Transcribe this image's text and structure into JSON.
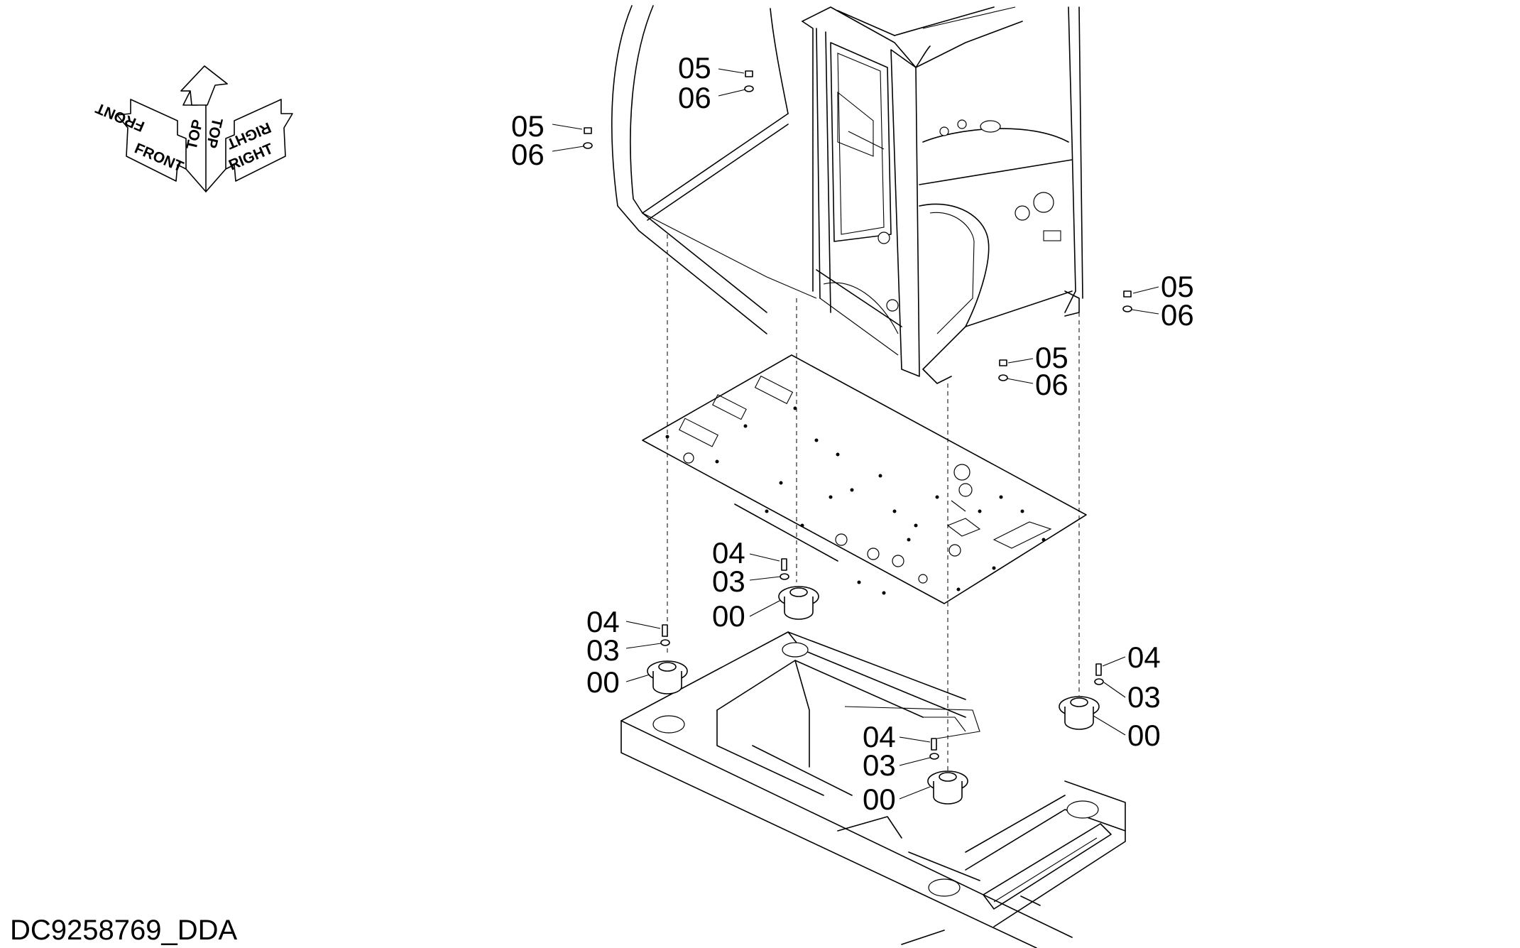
{
  "orientation": {
    "front": "FRONT",
    "top": "TOP",
    "right": "RIGHT"
  },
  "callouts": {
    "c1_05": "05",
    "c1_06": "06",
    "c2_05": "05",
    "c2_06": "06",
    "c3_05": "05",
    "c3_06": "06",
    "c4_05": "05",
    "c4_06": "06",
    "m1_04": "04",
    "m1_03": "03",
    "m1_00": "00",
    "m2_04": "04",
    "m2_03": "03",
    "m2_00": "00",
    "m3_04": "04",
    "m3_03": "03",
    "m3_00": "00",
    "m4_04": "04",
    "m4_03": "03",
    "m4_00": "00"
  },
  "drawing_code": "DC9258769_DDA",
  "icons": [
    "orientation-arrows-icon",
    "mount-icon",
    "bolt-icon",
    "washer-icon",
    "nut-icon"
  ]
}
